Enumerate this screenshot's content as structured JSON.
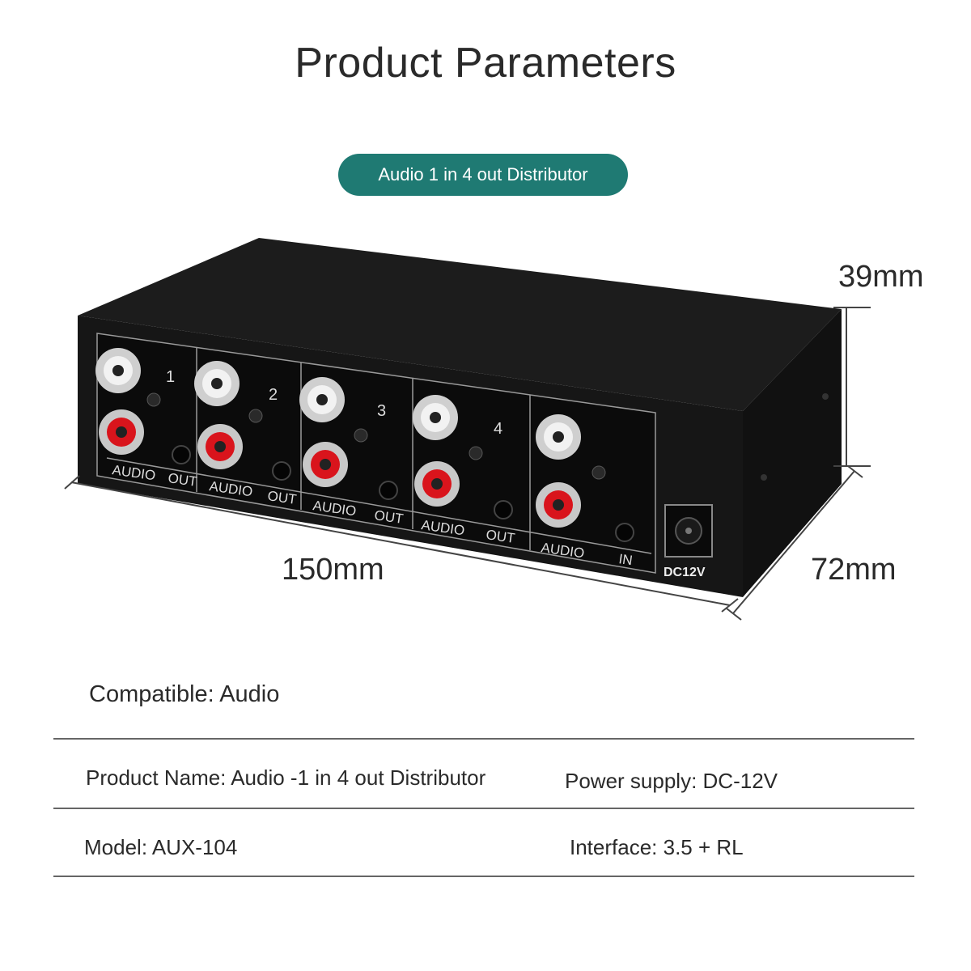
{
  "title": "Product Parameters",
  "badge": "Audio 1 in 4 out Distributor",
  "device": {
    "port_numbers": [
      "1",
      "2",
      "3",
      "4"
    ],
    "out_label_left": "AUDIO",
    "out_label_right": "OUT",
    "in_label_left": "AUDIO",
    "in_label_right": "IN",
    "power_label": "DC12V",
    "colors": {
      "body": "#141414",
      "rca_white": "#e8e8e8",
      "rca_red": "#d9141c"
    }
  },
  "dimensions": {
    "height": "39mm",
    "length": "150mm",
    "depth": "72mm"
  },
  "specs": {
    "compatible": "Compatible: Audio",
    "product_name": "Product Name: Audio -1 in 4 out Distributor",
    "power_supply": "Power supply: DC-12V",
    "model": "Model: AUX-104",
    "interface": "Interface: 3.5 + RL"
  },
  "colors": {
    "badge": "#1f7a73",
    "text": "#2a2a2a"
  }
}
